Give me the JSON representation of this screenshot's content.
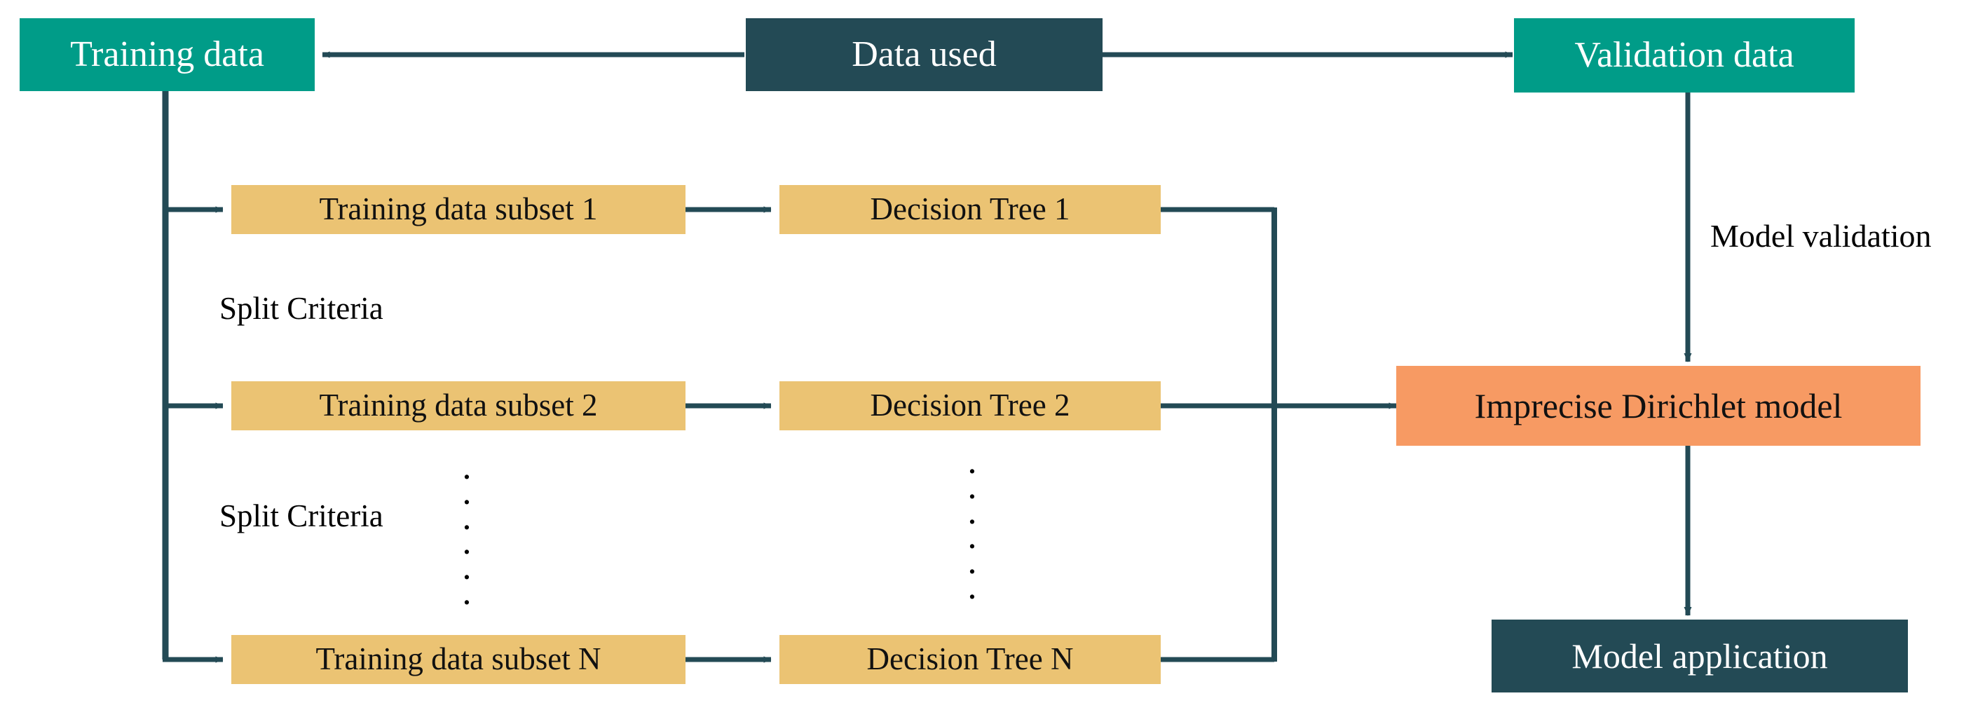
{
  "diagram": {
    "title": "Random forest with imprecise Dirichlet model workflow",
    "colors": {
      "teal": "#009C88",
      "slate": "#234A55",
      "gold": "#EBC373",
      "orange": "#F79A63",
      "wire": "#234A55",
      "text_light": "#FFFFFF",
      "text_dark": "#111111",
      "background": "#FFFFFF"
    },
    "nodes": {
      "training_data": "Training data",
      "data_used": "Data used",
      "validation_data": "Validation data",
      "subset_1": "Training data subset 1",
      "subset_2": "Training data subset 2",
      "subset_n": "Training data subset N",
      "tree_1": "Decision Tree 1",
      "tree_2": "Decision Tree 2",
      "tree_n": "Decision Tree N",
      "imprecise_dirichlet_model": "Imprecise Dirichlet model",
      "model_application": "Model application"
    },
    "edge_labels": {
      "split_criteria_upper": "Split Criteria",
      "split_criteria_lower": "Split Criteria",
      "model_validation": "Model validation"
    },
    "ellipses": {
      "subset_upper": "⋮",
      "subset_lower": "⋮",
      "tree_upper": "⋮",
      "tree_lower": "⋮"
    }
  }
}
